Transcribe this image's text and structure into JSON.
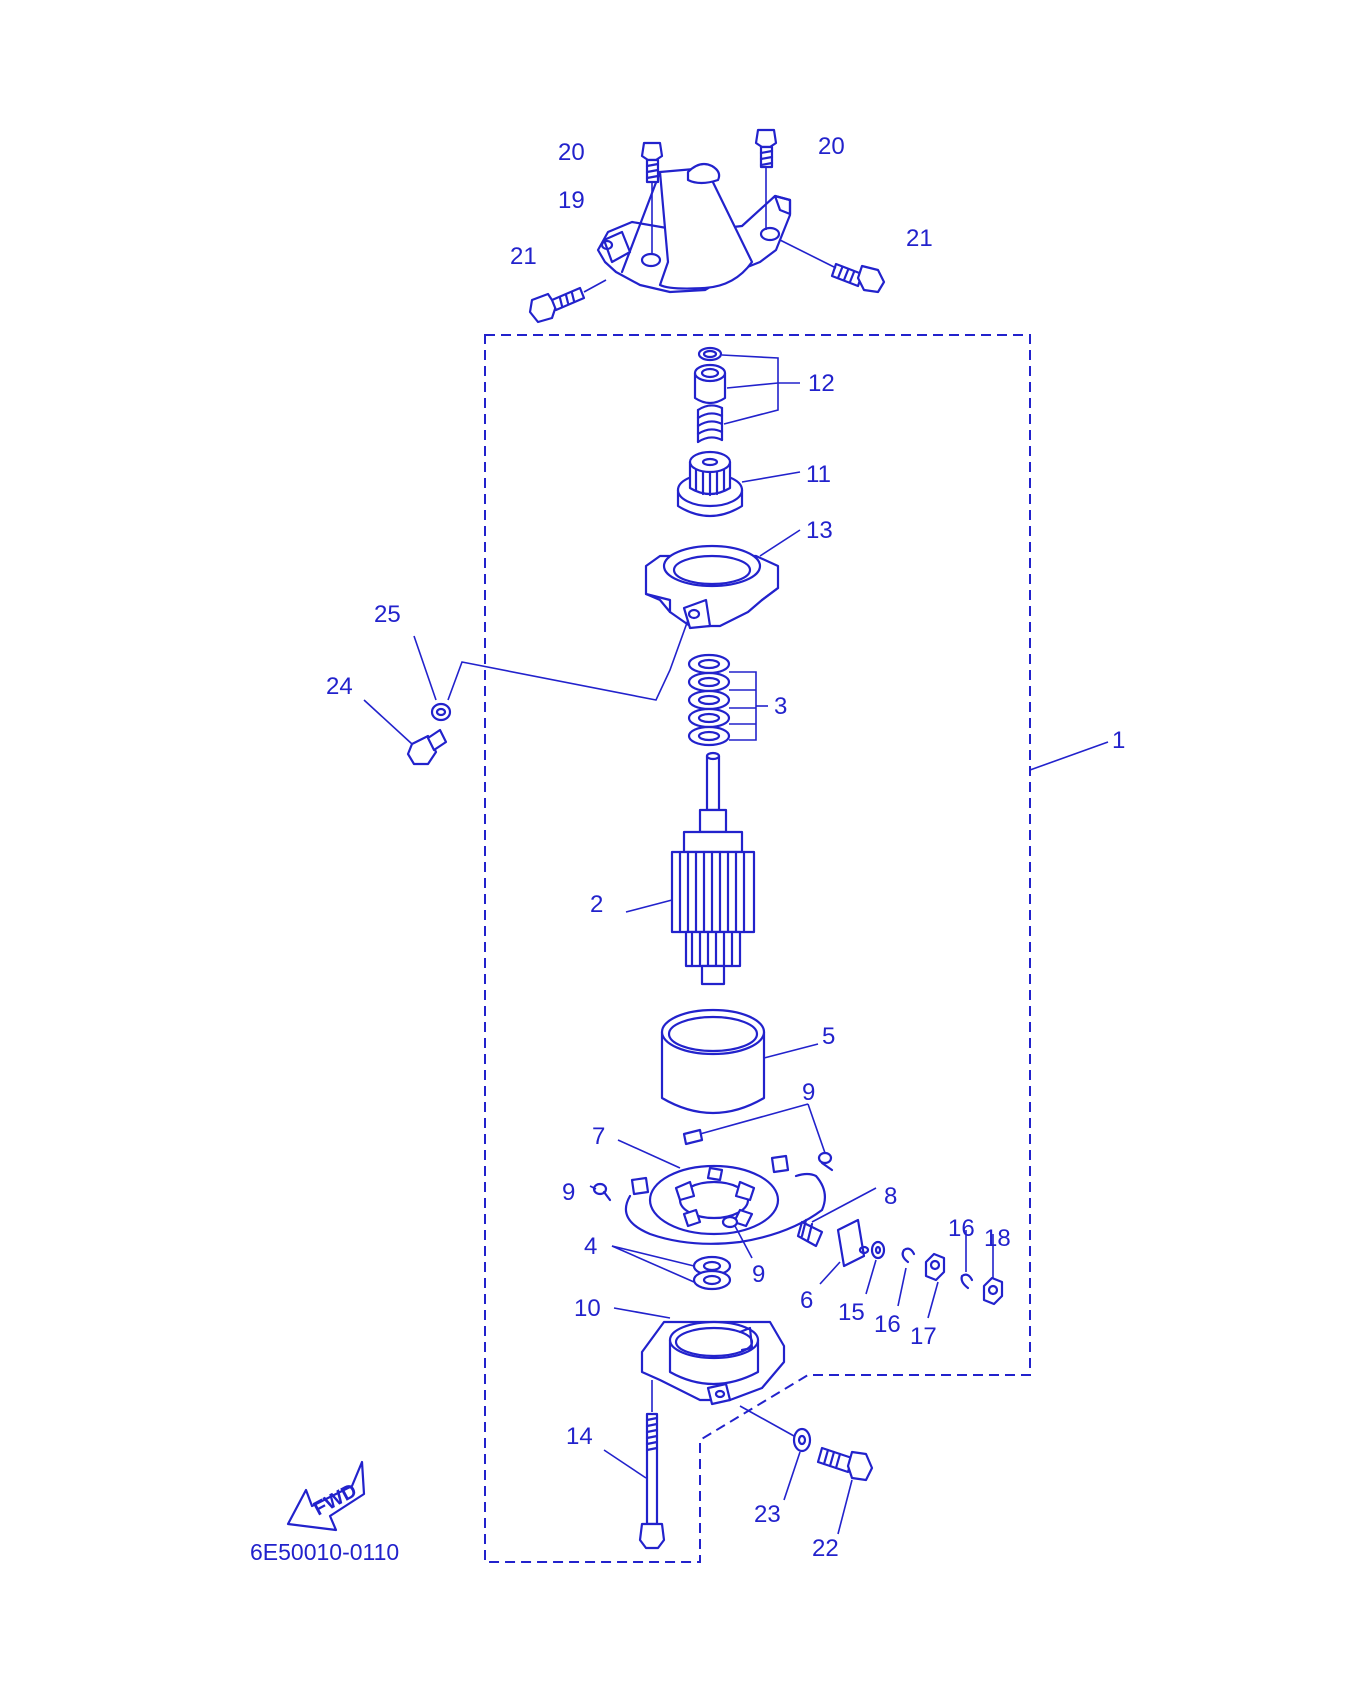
{
  "diagram_code": "6E50010-0110",
  "fwd_badge": "FWD",
  "callouts": {
    "c1": "1",
    "c2": "2",
    "c3": "3",
    "c4": "4",
    "c5": "5",
    "c6": "6",
    "c7": "7",
    "c8": "8",
    "c9a": "9",
    "c9b": "9",
    "c9c": "9",
    "c10": "10",
    "c11": "11",
    "c12": "12",
    "c13": "13",
    "c14": "14",
    "c15": "15",
    "c16a": "16",
    "c16b": "16",
    "c17": "17",
    "c18": "18",
    "c19": "19",
    "c20a": "20",
    "c20b": "20",
    "c21a": "21",
    "c21b": "21",
    "c22": "22",
    "c23": "23",
    "c24": "24",
    "c25": "25"
  },
  "colors": {
    "ink": "#2222cc",
    "background": "#ffffff"
  }
}
